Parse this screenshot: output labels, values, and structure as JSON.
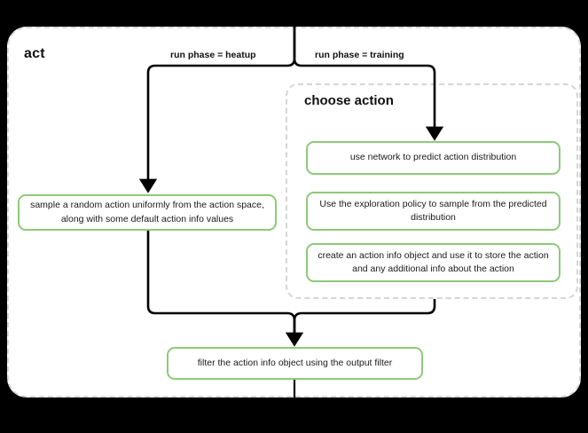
{
  "diagram": {
    "type": "flowchart",
    "title": "act",
    "outer_container": {
      "label": "act",
      "border_style": "dashed",
      "border_color": "#d8d8d8"
    },
    "group": {
      "label": "choose action",
      "border_style": "dashed",
      "border_color": "#d5d5d5"
    },
    "edge_labels": {
      "left_branch": "run phase = heatup",
      "right_branch": "run phase = training"
    },
    "nodes": {
      "sample_action": "sample a random action uniformly from the action space, along with some default action info values",
      "use_network": "use network to predict action distribution",
      "exploration_policy": "Use the exploration policy to sample from the predicted distribution",
      "create_action_info": "create an action info object and use it to store the action and any additional info about the action",
      "filter_action": "filter the action info object using the output filter"
    },
    "colors": {
      "node_border": "#8fc97a",
      "node_fill": "#ffffff",
      "connector": "#000000",
      "group_border": "#d5d5d5",
      "card_background": "#ffffff",
      "page_background": "#000000"
    }
  }
}
